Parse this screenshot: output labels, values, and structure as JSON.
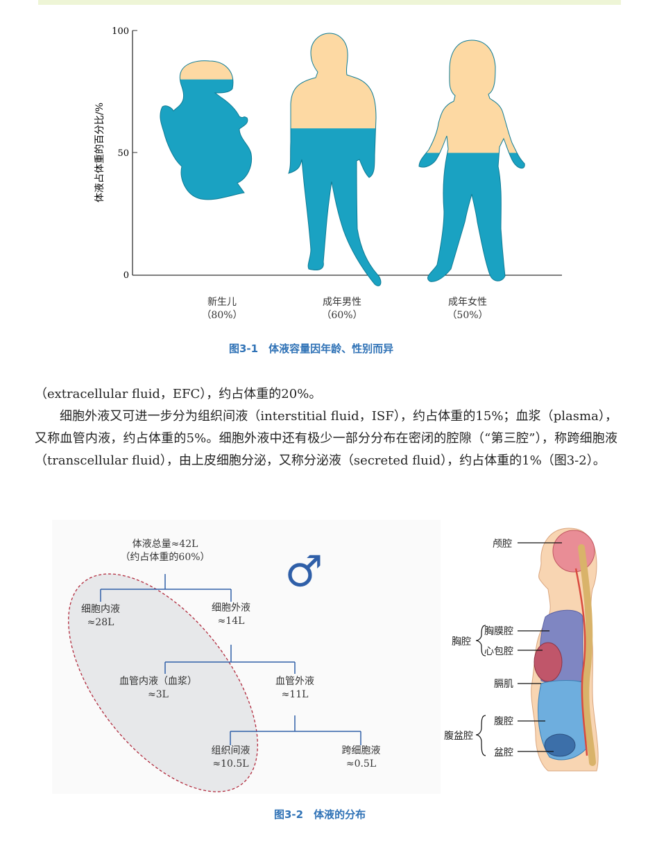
{
  "figure1": {
    "caption": "图3-1　体液容量因年龄、性别而异",
    "y_axis_label": "体液占体重的百分比/%",
    "ticks": [
      "100",
      "50",
      "0"
    ],
    "groups": [
      {
        "name": "新生儿",
        "pct_label": "（80%）"
      },
      {
        "name": "成年男性",
        "pct_label": "（60%）"
      },
      {
        "name": "成年女性",
        "pct_label": "（50%）"
      }
    ]
  },
  "chart_data": {
    "type": "bar",
    "categories": [
      "新生儿",
      "成年男性",
      "成年女性"
    ],
    "values": [
      80,
      60,
      50
    ],
    "ylabel": "体液占体重的百分比/%",
    "ylim": [
      0,
      100
    ],
    "colors": {
      "fluid": "#1aa2c2",
      "skin": "#fdd9a3"
    }
  },
  "text": {
    "line1": "（extracellular fluid，EFC），约占体重的20%。",
    "para2": "细胞外液又可进一步分为组织间液（interstitial fluid，ISF），约占体重的15%；血浆（plasma），又称血管内液，约占体重的5%。细胞外液中还有极少一部分分布在密闭的腔隙（“第三腔”），称跨细胞液（transcellular fluid），由上皮细胞分泌，又称分泌液（secreted fluid），约占体重的1%（图3-2）。"
  },
  "figure2": {
    "caption": "图3-2　体液的分布",
    "male_symbol": "♂",
    "tree": {
      "total": {
        "line1": "体液总量≈42L",
        "line2": "（约占体重的60%）"
      },
      "icf": {
        "line1": "细胞内液",
        "line2": "≈28L"
      },
      "ecf": {
        "line1": "细胞外液",
        "line2": "≈14L"
      },
      "plasma": {
        "line1": "血管内液（血浆）",
        "line2": "≈3L"
      },
      "extravascular": {
        "line1": "血管外液",
        "line2": "≈11L"
      },
      "isf": {
        "line1": "组织间液",
        "line2": "≈10.5L"
      },
      "tcf": {
        "line1": "跨细胞液",
        "line2": "≈0.5L"
      }
    },
    "anatomy": {
      "cranial": "颅腔",
      "thoracic": "胸腔",
      "pleural": "胸膜腔",
      "pericardial": "心包腔",
      "diaphragm": "膈肌",
      "abdominopelvic": "腹盆腔",
      "abdominal": "腹腔",
      "pelvic": "盆腔"
    }
  }
}
